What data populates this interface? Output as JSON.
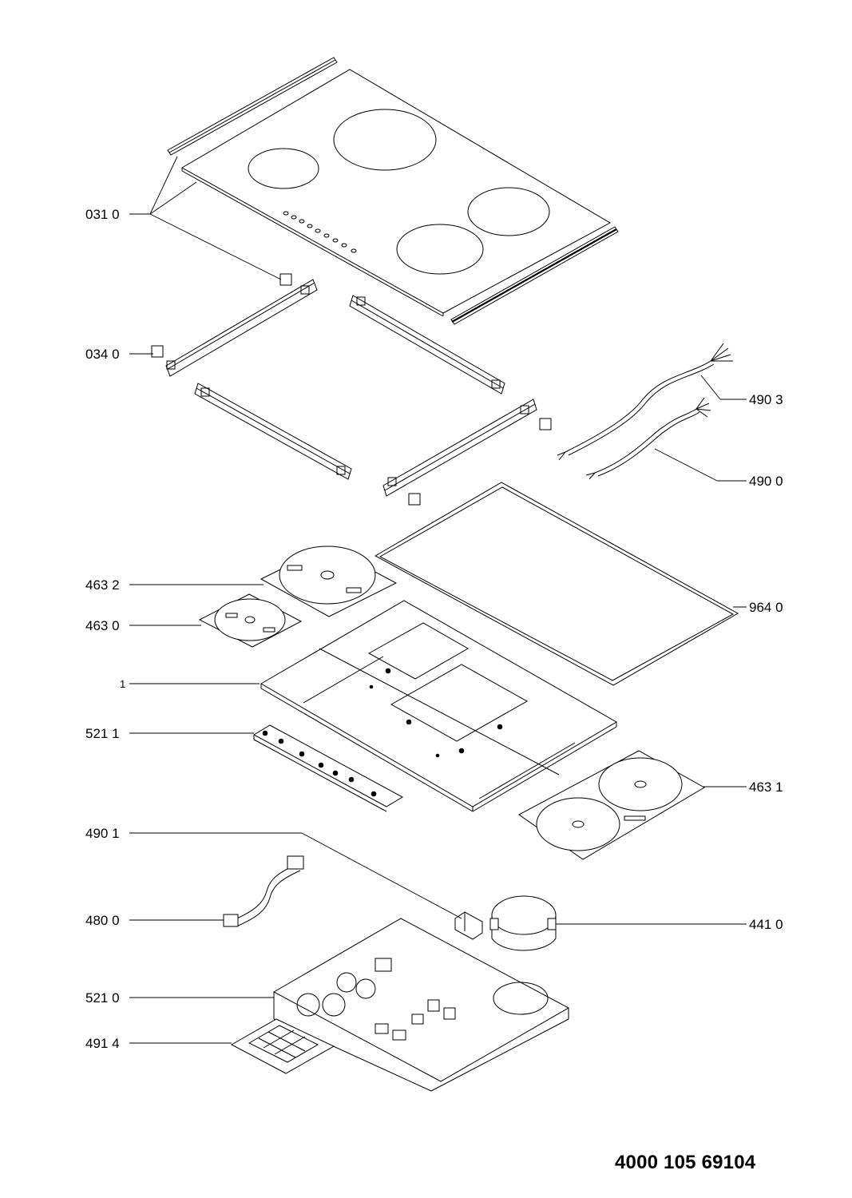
{
  "diagram": {
    "callouts": [
      {
        "id": "cooktop-glass",
        "label": "031 0"
      },
      {
        "id": "side-brackets",
        "label": "034 0"
      },
      {
        "id": "cable-3",
        "label": "490 3"
      },
      {
        "id": "cable-0",
        "label": "490 0"
      },
      {
        "id": "coil-large-left",
        "label": "463 2"
      },
      {
        "id": "coil-small-left",
        "label": "463 0"
      },
      {
        "id": "gasket",
        "label": "964 0"
      },
      {
        "id": "chassis",
        "label": "1"
      },
      {
        "id": "control-board",
        "label": "521 1"
      },
      {
        "id": "coil-pair-right",
        "label": "463 1"
      },
      {
        "id": "connector-clip",
        "label": "490 1"
      },
      {
        "id": "fan",
        "label": "441 0"
      },
      {
        "id": "ribbon-cable",
        "label": "480 0"
      },
      {
        "id": "power-board",
        "label": "521 0"
      },
      {
        "id": "filter",
        "label": "491 4"
      }
    ],
    "reference_number": "4000 105 69104"
  }
}
